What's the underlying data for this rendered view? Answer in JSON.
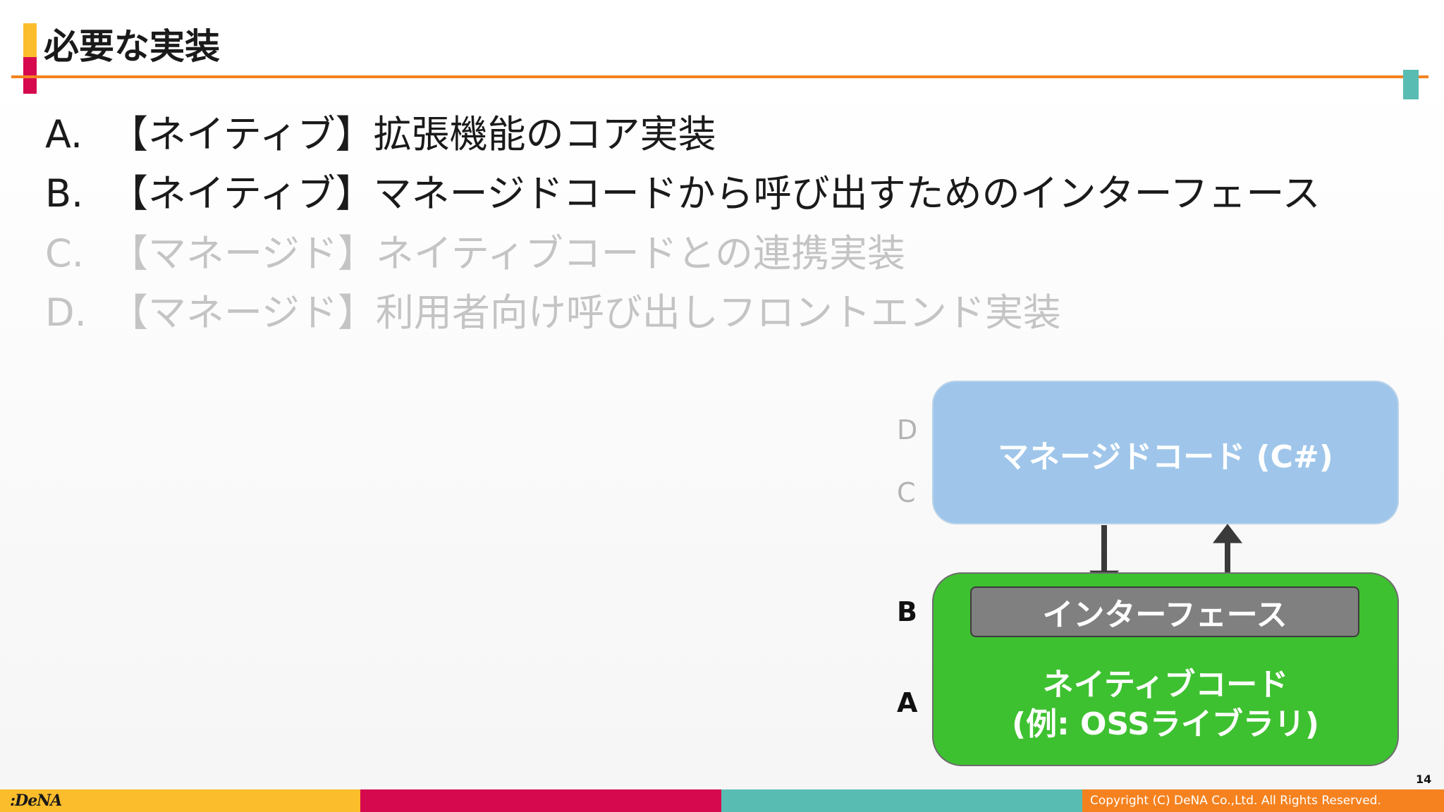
{
  "slide": {
    "title": "必要な実装",
    "page_number": "14"
  },
  "items": [
    {
      "letter": "A.",
      "text": "【ネイティブ】拡張機能のコア実装",
      "state": "active"
    },
    {
      "letter": "B.",
      "text": "【ネイティブ】マネージドコードから呼び出すためのインターフェース",
      "state": "active"
    },
    {
      "letter": "C.",
      "text": "【マネージド】ネイティブコードとの連携実装",
      "state": "dimmed"
    },
    {
      "letter": "D.",
      "text": "【マネージド】利用者向け呼び出しフロントエンド実装",
      "state": "dimmed"
    }
  ],
  "diagram": {
    "managed_box": "マネージドコード (C#)",
    "interface_box": "インターフェース",
    "native_box_line1": "ネイティブコード",
    "native_box_line2": "(例: OSSライブラリ)",
    "side_labels": {
      "d": "D",
      "c": "C",
      "b": "B",
      "a": "A"
    },
    "colors": {
      "managed": "#9fc6ea",
      "native": "#3ec130",
      "interface": "#808080",
      "arrow": "#3a3a3a"
    }
  },
  "footer": {
    "logo": ":DeNA",
    "copyright": "Copyright (C) DeNA Co.,Ltd. All Rights Reserved.",
    "colors": [
      "#fbbd2c",
      "#d6094f",
      "#59bcb2",
      "#f5821f"
    ]
  }
}
